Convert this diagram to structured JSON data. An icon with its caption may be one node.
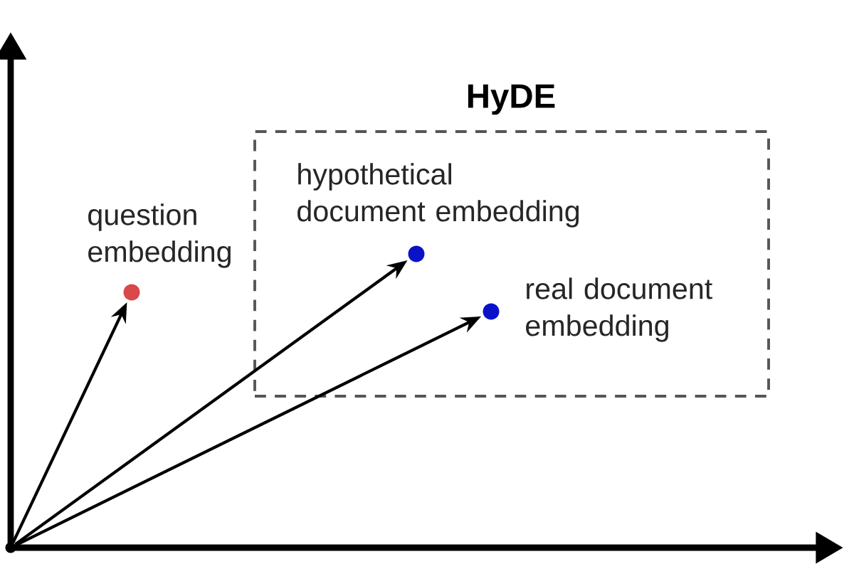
{
  "diagram": {
    "nodes": [
      {
        "text": [
          "HyDE"
        ]
      },
      {
        "text": [],
        "shape": "circle",
        "beside": [
          "question embedding"
        ]
      },
      {
        "text": [],
        "shape": "circle",
        "in": 0,
        "beside": [
          "hypothetical document embedding"
        ]
      },
      {
        "text": [],
        "shape": "circle",
        "in": 0,
        "beside": [
          "real document embedding"
        ]
      },
      {
        "text": [],
        "shape": "circle"
      }
    ],
    "edges": [
      {
        "from": 4,
        "to": 1,
        "arrow": "to"
      },
      {
        "from": 4,
        "to": 2,
        "arrow": "to"
      },
      {
        "from": 4,
        "to": 3,
        "arrow": "to"
      }
    ]
  }
}
